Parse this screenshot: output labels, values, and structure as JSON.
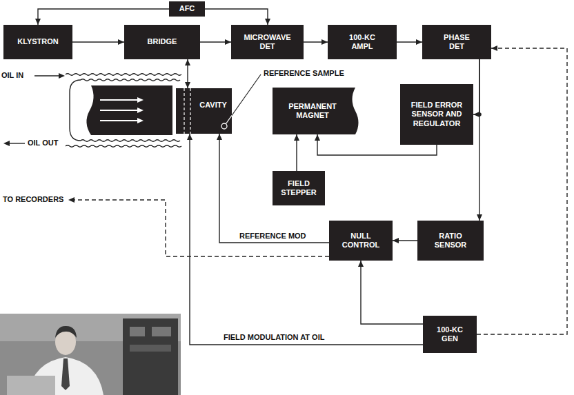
{
  "diagram": {
    "nodes": [
      {
        "text": [
          "AFC"
        ]
      },
      {
        "text": [
          "KLYSTRON"
        ]
      },
      {
        "text": [
          "BRIDGE"
        ]
      },
      {
        "text": [
          "MICROWAVE DET"
        ]
      },
      {
        "text": [
          "100-KC AMPL"
        ]
      },
      {
        "text": [
          "PHASE DET"
        ]
      },
      {
        "text": [
          "CAVITY"
        ]
      },
      {
        "text": [
          "PERMANENT MAGNET"
        ]
      },
      {
        "text": [
          "FIELD ERROR SENSOR AND REGULATOR"
        ]
      },
      {
        "text": [
          "FIELD STEPPER"
        ]
      },
      {
        "text": [
          "NULL CONTROL"
        ]
      },
      {
        "text": [
          "RATIO SENSOR"
        ]
      },
      {
        "text": [
          "100-KC GEN"
        ]
      }
    ],
    "edges": [
      {
        "from": 0,
        "to": 1,
        "arrow": "to"
      },
      {
        "from": 0,
        "to": 3,
        "arrow": "to"
      },
      {
        "from": 1,
        "to": 2,
        "arrow": "to"
      },
      {
        "from": 2,
        "to": 3,
        "arrow": "to"
      },
      {
        "from": 3,
        "to": 4,
        "arrow": "to"
      },
      {
        "from": 4,
        "to": 5,
        "arrow": "to"
      },
      {
        "from": 2,
        "to": 6,
        "arrow": "both"
      },
      {
        "from": 5,
        "to": 8,
        "arrow": "to"
      },
      {
        "from": 5,
        "to": 11,
        "arrow": "to"
      },
      {
        "from": 8,
        "to": 7,
        "arrow": "to"
      },
      {
        "from": 9,
        "to": 7,
        "arrow": "to"
      },
      {
        "from": 11,
        "to": 10,
        "arrow": "to"
      },
      {
        "from": 10,
        "to": 6,
        "arrow": "to",
        "label": "REFERENCE MOD"
      },
      {
        "from": 12,
        "to": 10,
        "arrow": "to"
      },
      {
        "from": 12,
        "to": 6,
        "arrow": "to",
        "label": "FIELD MODULATION AT OIL"
      },
      {
        "from": 12,
        "to": 5,
        "arrow": "to"
      }
    ],
    "labels": [
      "OIL IN",
      "OIL OUT",
      "REFERENCE SAMPLE",
      "TO RECORDERS"
    ]
  }
}
